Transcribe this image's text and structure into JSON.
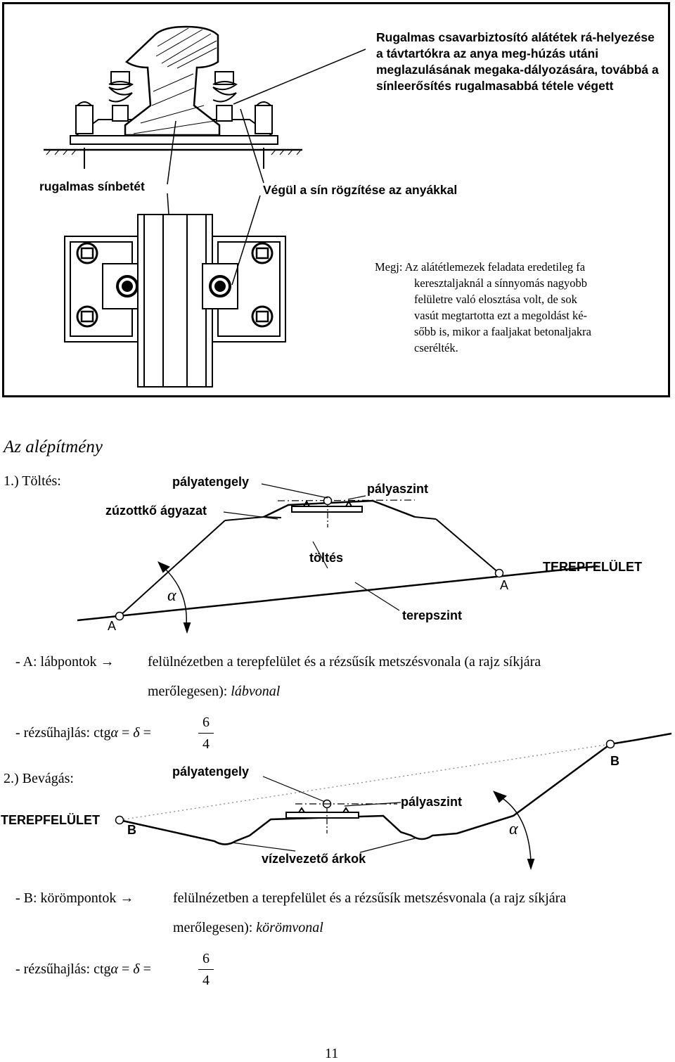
{
  "figure": {
    "caption_top": "Rugalmas csavarbiztosító alátétek rá-helyezése a távtartókra az anya meg-húzás utáni meglazulásának megaka-dályozására, továbbá a sínleerősítés rugalmasabbá tétele végett",
    "label_rubber": "rugalmas sínbetét",
    "label_final": "Végül a sín rögzítése az anyákkal",
    "note_lines": [
      "Megj: Az alátétlemezek feladata eredetileg fa",
      "keresztaljaknál a sínnyomás nagyobb",
      "felületre való elosztása volt, de sok",
      "vasút megtartotta ezt a megoldást ké-",
      "sőbb is, mikor a faaljakat betonaljakra",
      "cserélték."
    ]
  },
  "section_title": "Az alépítmény",
  "embankment": {
    "heading": "1.) Töltés:",
    "lbl_axis": "pályatengely",
    "lbl_level": "pályaszint",
    "lbl_ballast": "zúzottkő ágyazat",
    "lbl_fill": "töltés",
    "lbl_terrain": "TEREPFELÜLET",
    "lbl_terrain_level": "terepszint",
    "lbl_point_a": "A",
    "lbl_alpha": "α"
  },
  "text_a": {
    "prefix": "- A: lábpontok →",
    "line1": "felülnézetben a terepfelület és a rézsűsík metszésvonala (a rajz síkjára",
    "line2_plain": "merőlegesen): ",
    "line2_italic": "lábvonal"
  },
  "slope1": {
    "label": "- rézsűhajlás: ctg",
    "alpha": "α",
    "delta": "δ",
    "eq": "=",
    "num": "6",
    "den": "4"
  },
  "cutting": {
    "heading": "2.) Bevágás:",
    "lbl_axis": "pályatengely",
    "lbl_level": "pályaszint",
    "lbl_terrain": "TEREPFELÜLET",
    "lbl_point_b": "B",
    "lbl_ditch": "vízelvezető árkok",
    "lbl_alpha": "α"
  },
  "text_b": {
    "prefix": "- B: körömpontok →",
    "line1": "felülnézetben a terepfelület és a rézsűsík metszésvonala (a rajz síkjára",
    "line2_plain": "merőlegesen): ",
    "line2_italic": "körömvonal"
  },
  "slope2": {
    "label": "- rézsűhajlás: ctg",
    "alpha": "α",
    "delta": "δ",
    "eq": "=",
    "num": "6",
    "den": "4"
  },
  "page_number": "11"
}
